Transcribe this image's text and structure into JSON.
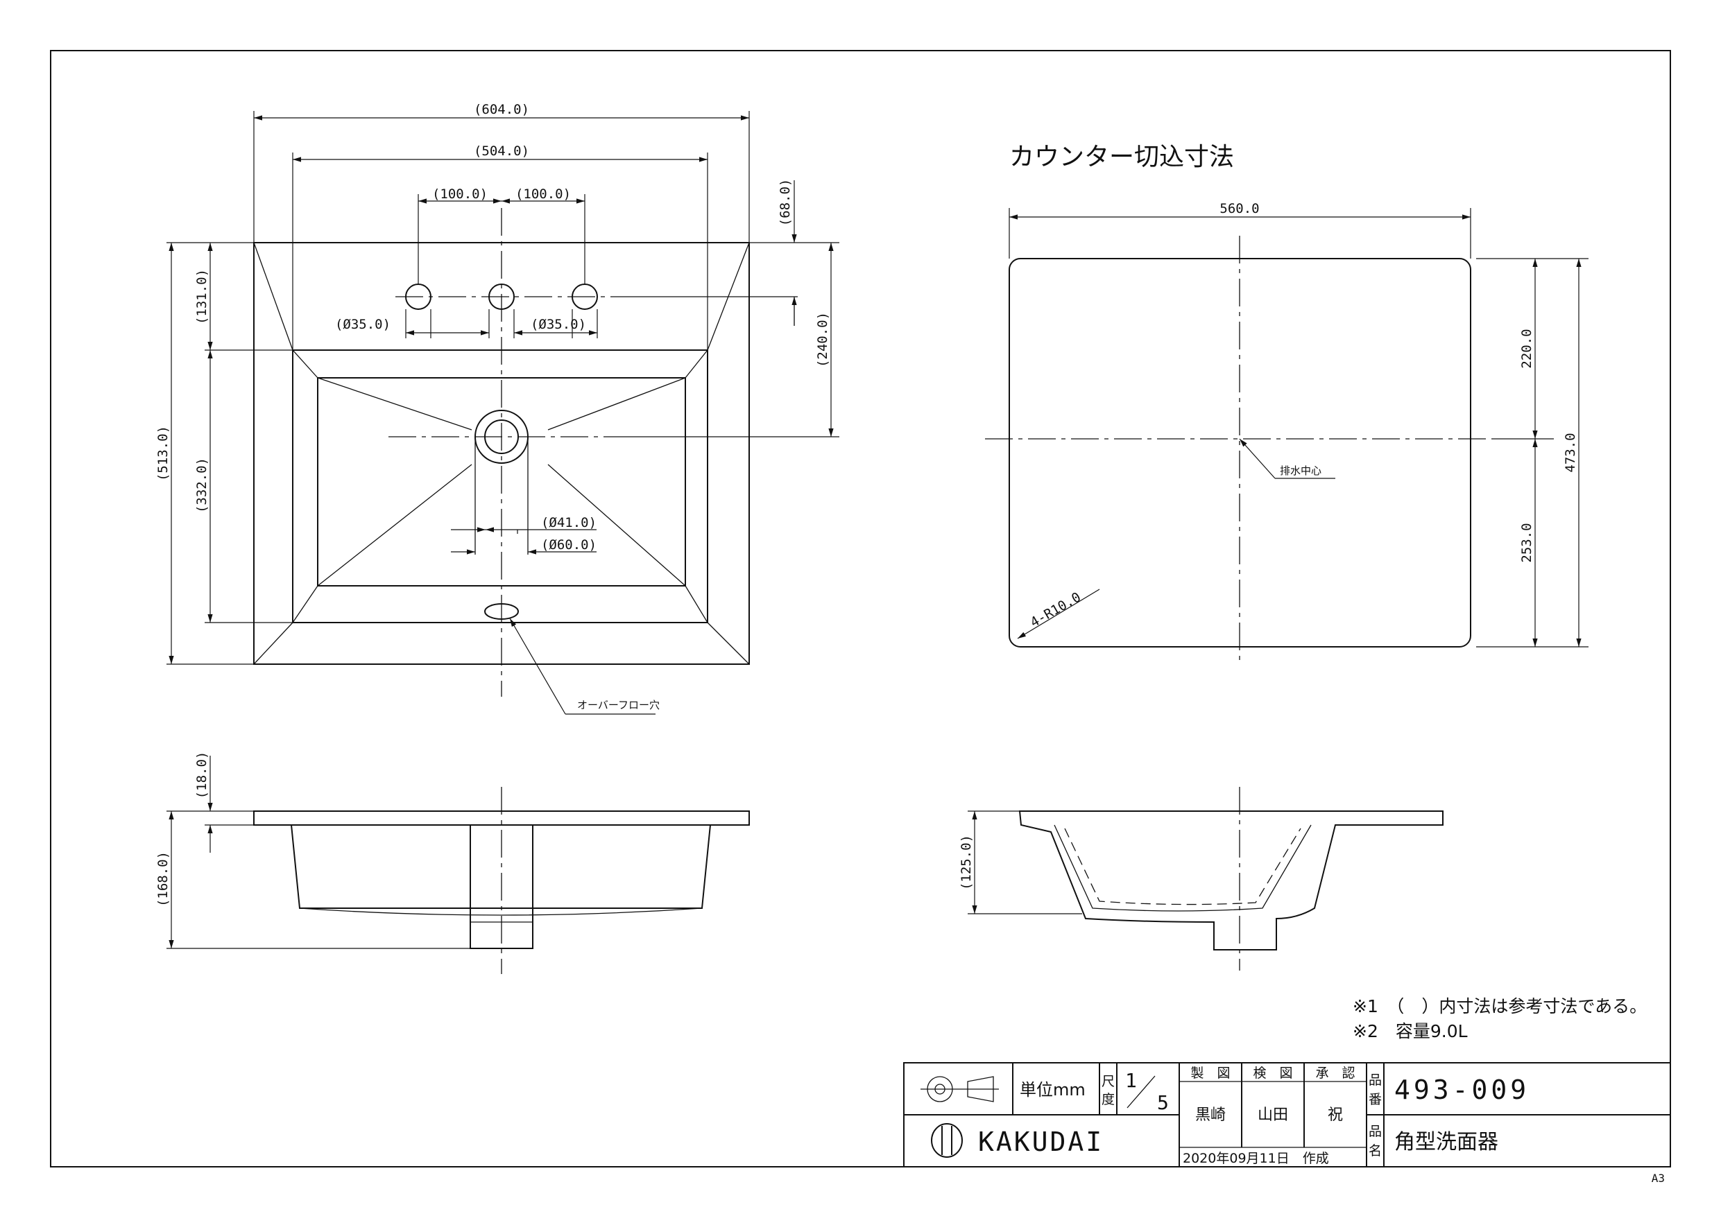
{
  "top_view": {
    "overall_width": "(604.0)",
    "bowl_width": "(504.0)",
    "hole_pitch_left": "(100.0)",
    "hole_pitch_right": "(100.0)",
    "hole_offset": "(68.0)",
    "hole_dia_left": "(Ø35.0)",
    "hole_dia_right": "(Ø35.0)",
    "drain_offset": "(240.0)",
    "overall_depth": "(513.0)",
    "rim_depth": "(131.0)",
    "bowl_depth": "(332.0)",
    "drain_dia_inner": "(Ø41.0)",
    "drain_dia_outer": "(Ø60.0)",
    "overflow_label": "オーバーフロー穴"
  },
  "side_view": {
    "rim_thickness": "(18.0)",
    "total_height": "(168.0)"
  },
  "counter_cut": {
    "title": "カウンター切込寸法",
    "width": "560.0",
    "depth_total": "473.0",
    "depth_back": "220.0",
    "depth_front": "253.0",
    "corner_radius": "4-R10.0",
    "drain_center_label": "排水中心"
  },
  "section_view": {
    "bowl_height": "(125.0)"
  },
  "notes": [
    "※1　（　）内寸法は参考寸法である。",
    "※2　容量9.0L"
  ],
  "title_block": {
    "unit_label": "単位mm",
    "scale_label_1": "尺",
    "scale_label_2": "度",
    "scale_num": "1",
    "scale_den": "5",
    "drawn_label": "製　図",
    "checked_label": "検　図",
    "approved_label": "承　認",
    "drawn_by": "黒崎",
    "checked_by": "山田",
    "approved_by": "祝",
    "part_no_label_1": "品",
    "part_no_label_2": "番",
    "part_no": "493-009",
    "part_name_label_1": "品",
    "part_name_label_2": "名",
    "part_name": "角型洗面器",
    "company": "KAKUDAI",
    "date": "2020年09月11日　作成"
  },
  "sheet_size": "A3"
}
